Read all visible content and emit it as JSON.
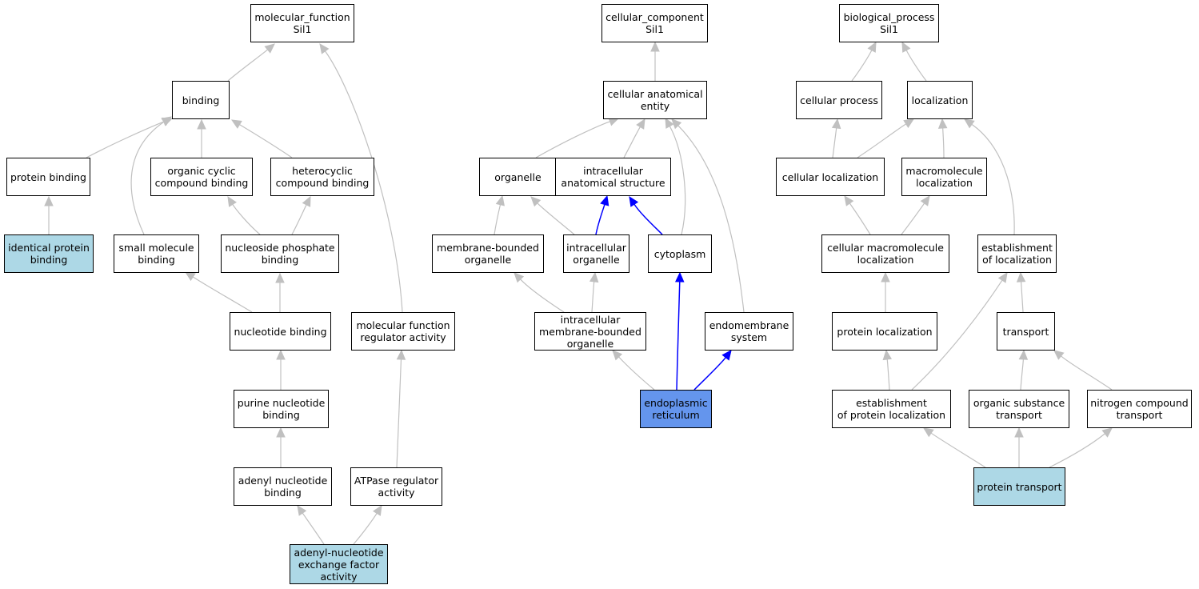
{
  "colors": {
    "edge_default": "#c0c0c0",
    "edge_highlight": "#0000ff",
    "annotated_fill": "#add8e6",
    "focus_fill": "#6495ed",
    "node_fill": "#ffffff",
    "border": "#000000"
  },
  "nodes": {
    "mf_root": [
      "molecular_function",
      "Sil1"
    ],
    "binding": [
      "binding"
    ],
    "protein_binding": [
      "protein binding"
    ],
    "identical_protein_binding": [
      "identical protein",
      "binding"
    ],
    "organic_cyclic": [
      "organic cyclic",
      "compound binding"
    ],
    "heterocyclic": [
      "heterocyclic",
      "compound binding"
    ],
    "small_molecule": [
      "small molecule",
      "binding"
    ],
    "nucleoside_phosphate": [
      "nucleoside phosphate",
      "binding"
    ],
    "nucleotide_binding": [
      "nucleotide binding"
    ],
    "purine_nucleotide": [
      "purine nucleotide",
      "binding"
    ],
    "adenyl_nucleotide": [
      "adenyl nucleotide",
      "binding"
    ],
    "mf_regulator": [
      "molecular function",
      "regulator activity"
    ],
    "atpase_regulator": [
      "ATPase regulator",
      "activity"
    ],
    "adenyl_gef": [
      "adenyl-nucleotide",
      "exchange factor",
      "activity"
    ],
    "cc_root": [
      "cellular_component",
      "Sil1"
    ],
    "cellular_anatomical": [
      "cellular anatomical",
      "entity"
    ],
    "organelle": [
      "organelle"
    ],
    "intracellular_structure": [
      "intracellular",
      "anatomical structure"
    ],
    "membrane_bounded": [
      "membrane-bounded",
      "organelle"
    ],
    "intracellular_organelle": [
      "intracellular",
      "organelle"
    ],
    "cytoplasm": [
      "cytoplasm"
    ],
    "intra_mb_organelle": [
      "intracellular",
      "membrane-bounded",
      "organelle"
    ],
    "endomembrane": [
      "endomembrane",
      "system"
    ],
    "er": [
      "endoplasmic",
      "reticulum"
    ],
    "bp_root": [
      "biological_process",
      "Sil1"
    ],
    "cellular_process": [
      "cellular process"
    ],
    "localization": [
      "localization"
    ],
    "cellular_localization": [
      "cellular localization"
    ],
    "macromolecule_localization": [
      "macromolecule",
      "localization"
    ],
    "cellular_macro_loc": [
      "cellular macromolecule",
      "localization"
    ],
    "establishment_loc": [
      "establishment",
      "of localization"
    ],
    "protein_localization": [
      "protein localization"
    ],
    "transport": [
      "transport"
    ],
    "establishment_protein_loc": [
      "establishment",
      "of protein localization"
    ],
    "organic_substance_transport": [
      "organic substance",
      "transport"
    ],
    "nitrogen_compound_transport": [
      "nitrogen compound",
      "transport"
    ],
    "protein_transport": [
      "protein transport"
    ]
  },
  "edges": [
    [
      "binding",
      "mf_root",
      "default"
    ],
    [
      "mf_regulator",
      "mf_root",
      "default"
    ],
    [
      "protein_binding",
      "binding",
      "default"
    ],
    [
      "small_molecule",
      "binding",
      "default"
    ],
    [
      "organic_cyclic",
      "binding",
      "default"
    ],
    [
      "heterocyclic",
      "binding",
      "default"
    ],
    [
      "identical_protein_binding",
      "protein_binding",
      "default"
    ],
    [
      "nucleoside_phosphate",
      "organic_cyclic",
      "default"
    ],
    [
      "nucleoside_phosphate",
      "heterocyclic",
      "default"
    ],
    [
      "nucleotide_binding",
      "small_molecule",
      "default"
    ],
    [
      "nucleotide_binding",
      "nucleoside_phosphate",
      "default"
    ],
    [
      "purine_nucleotide",
      "nucleotide_binding",
      "default"
    ],
    [
      "adenyl_nucleotide",
      "purine_nucleotide",
      "default"
    ],
    [
      "atpase_regulator",
      "mf_regulator",
      "default"
    ],
    [
      "adenyl_gef",
      "adenyl_nucleotide",
      "default"
    ],
    [
      "adenyl_gef",
      "atpase_regulator",
      "default"
    ],
    [
      "cellular_anatomical",
      "cc_root",
      "default"
    ],
    [
      "organelle",
      "cellular_anatomical",
      "default"
    ],
    [
      "intracellular_structure",
      "cellular_anatomical",
      "default"
    ],
    [
      "cytoplasm",
      "cellular_anatomical",
      "default"
    ],
    [
      "endomembrane",
      "cellular_anatomical",
      "default"
    ],
    [
      "membrane_bounded",
      "organelle",
      "default"
    ],
    [
      "intracellular_organelle",
      "organelle",
      "default"
    ],
    [
      "intracellular_organelle",
      "intracellular_structure",
      "highlight"
    ],
    [
      "cytoplasm",
      "intracellular_structure",
      "highlight"
    ],
    [
      "intra_mb_organelle",
      "membrane_bounded",
      "default"
    ],
    [
      "intra_mb_organelle",
      "intracellular_organelle",
      "default"
    ],
    [
      "er",
      "intra_mb_organelle",
      "default"
    ],
    [
      "er",
      "cytoplasm",
      "highlight"
    ],
    [
      "er",
      "endomembrane",
      "highlight"
    ],
    [
      "cellular_process",
      "bp_root",
      "default"
    ],
    [
      "localization",
      "bp_root",
      "default"
    ],
    [
      "cellular_localization",
      "cellular_process",
      "default"
    ],
    [
      "cellular_localization",
      "localization",
      "default"
    ],
    [
      "macromolecule_localization",
      "localization",
      "default"
    ],
    [
      "establishment_loc",
      "localization",
      "default"
    ],
    [
      "cellular_macro_loc",
      "cellular_localization",
      "default"
    ],
    [
      "cellular_macro_loc",
      "macromolecule_localization",
      "default"
    ],
    [
      "protein_localization",
      "cellular_macro_loc",
      "default"
    ],
    [
      "transport",
      "establishment_loc",
      "default"
    ],
    [
      "establishment_protein_loc",
      "protein_localization",
      "default"
    ],
    [
      "establishment_protein_loc",
      "establishment_loc",
      "default"
    ],
    [
      "organic_substance_transport",
      "transport",
      "default"
    ],
    [
      "nitrogen_compound_transport",
      "transport",
      "default"
    ],
    [
      "protein_transport",
      "establishment_protein_loc",
      "default"
    ],
    [
      "protein_transport",
      "organic_substance_transport",
      "default"
    ],
    [
      "protein_transport",
      "nitrogen_compound_transport",
      "default"
    ]
  ]
}
